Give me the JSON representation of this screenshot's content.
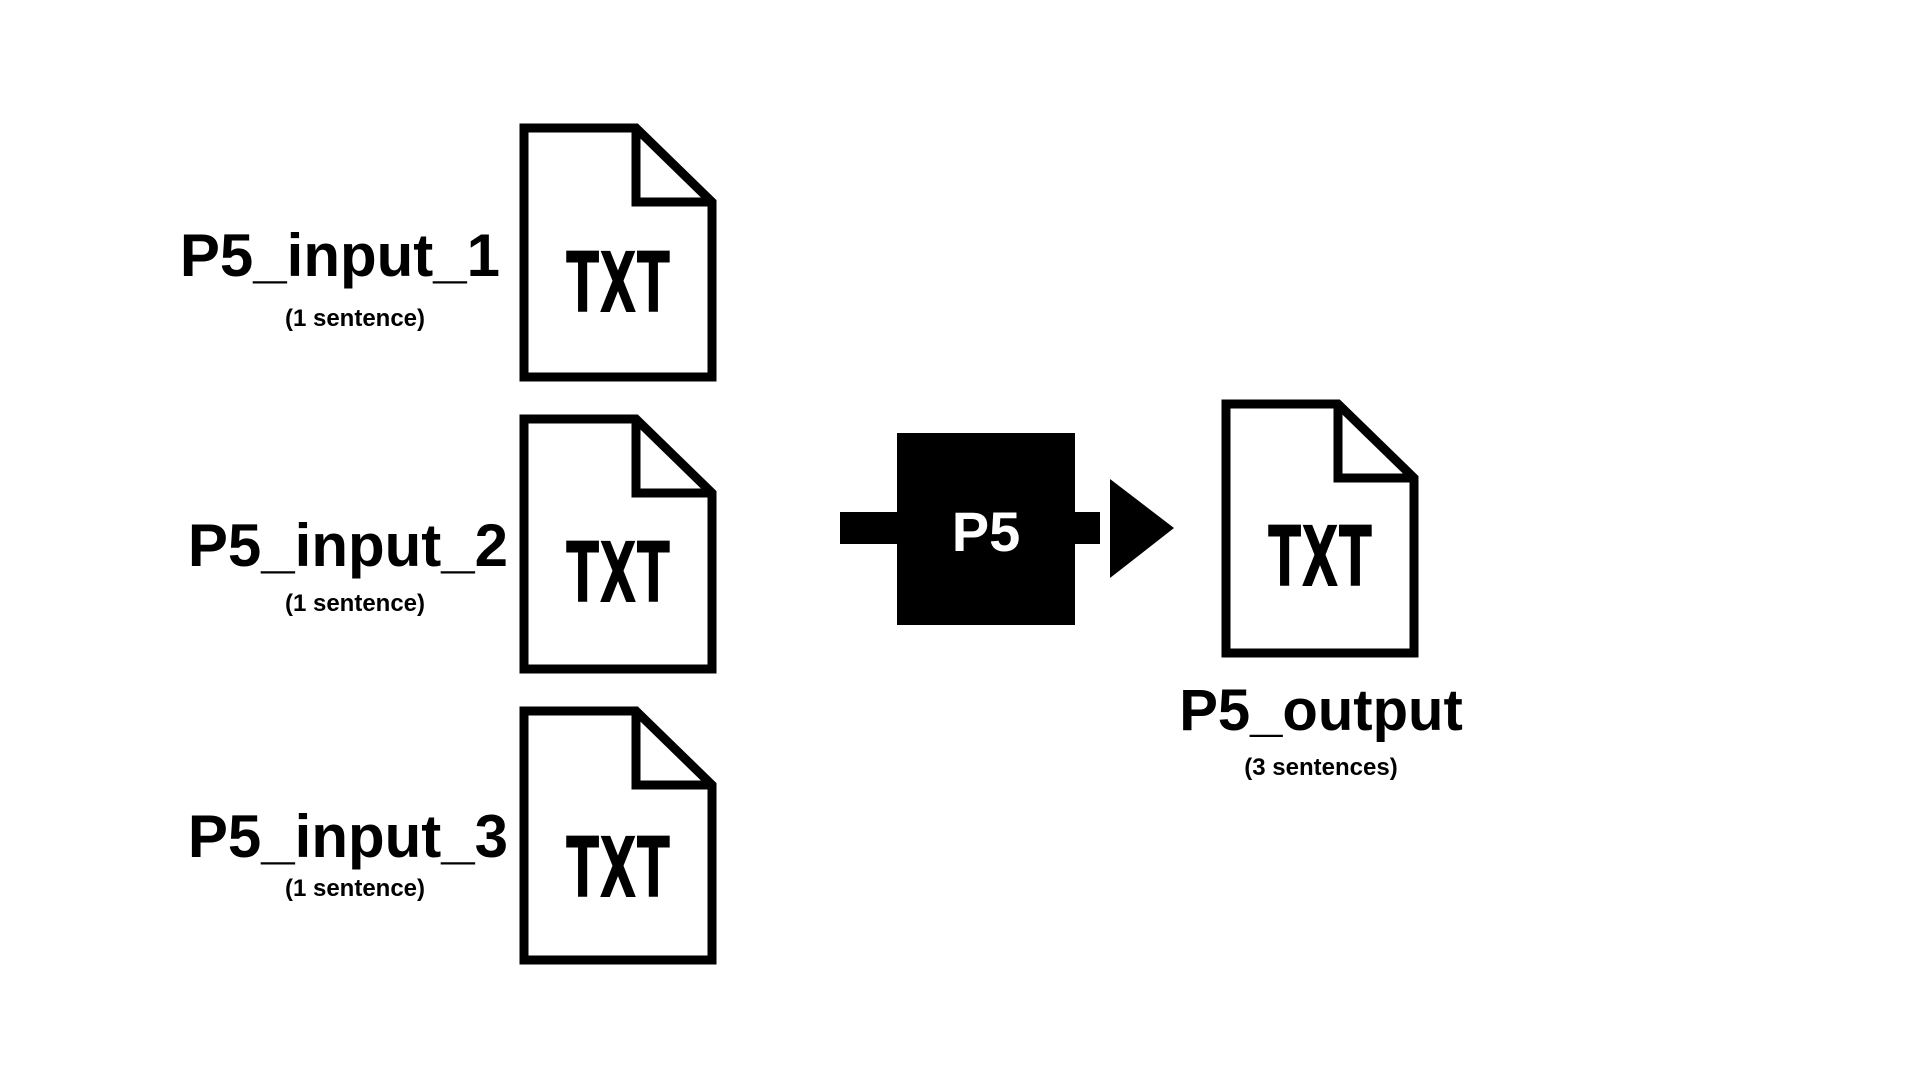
{
  "colors": {
    "ink": "#000000",
    "background": "#ffffff"
  },
  "inputs": [
    {
      "name": "P5_input_1",
      "note": "(1 sentence)",
      "doc_label": "TXT",
      "icon": "txt-file-icon"
    },
    {
      "name": "P5_input_2",
      "note": "(1 sentence)",
      "doc_label": "TXT",
      "icon": "txt-file-icon"
    },
    {
      "name": "P5_input_3",
      "note": "(1 sentence)",
      "doc_label": "TXT",
      "icon": "txt-file-icon"
    }
  ],
  "process": {
    "label": "P5",
    "icon": "right-arrow-icon"
  },
  "output": {
    "name": "P5_output",
    "note": "(3 sentences)",
    "doc_label": "TXT",
    "icon": "txt-file-icon"
  }
}
